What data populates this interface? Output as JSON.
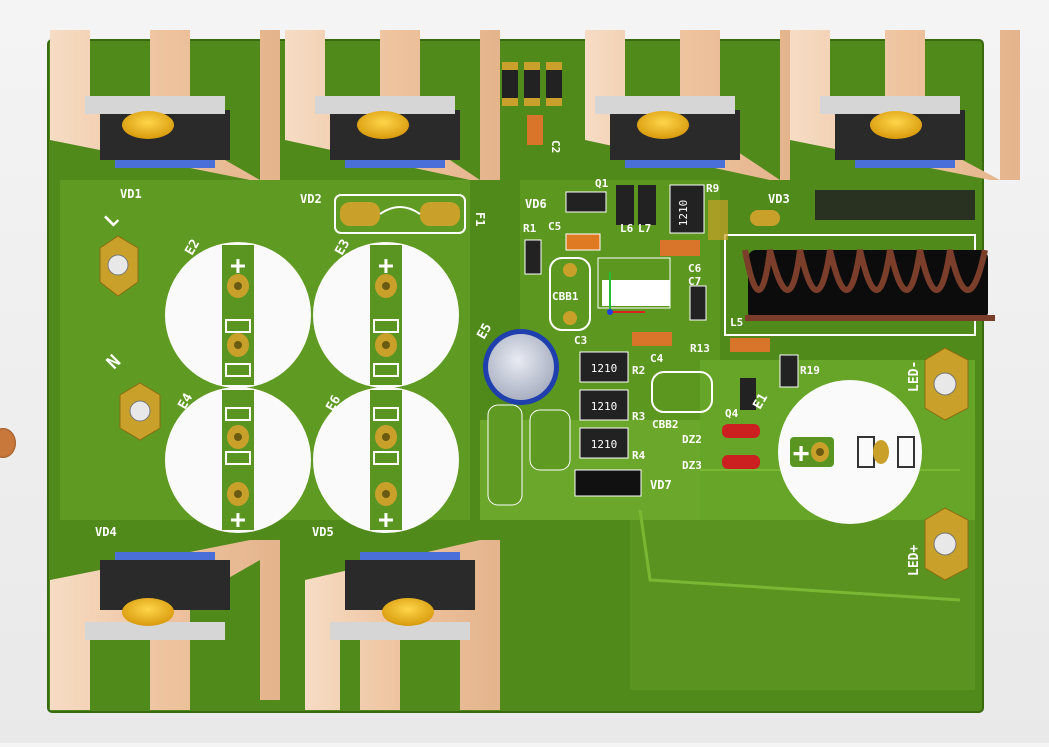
{
  "colors": {
    "background": "#ececec",
    "board": "#4f8a1a",
    "copper_pour": "#6ea92a",
    "silkscreen": "#ffffff",
    "pad_gold": "#c9a12a",
    "heatsink": "#f0c9a6",
    "capacitor": "#ffffff",
    "inductor_wire": "#7a3e2a"
  },
  "labels": {
    "VD1": "VD1",
    "VD2": "VD2",
    "VD3": "VD3",
    "VD4": "VD4",
    "VD5": "VD5",
    "VD6": "VD6",
    "VD7": "VD7",
    "E1": "E1",
    "E2": "E2",
    "E3": "E3",
    "E4": "E4",
    "E5": "E5",
    "E6": "E6",
    "F1": "F1",
    "L": "L",
    "N": "N",
    "R1": "R1",
    "R2": "R2",
    "R3": "R3",
    "R4": "R4",
    "R9": "R9",
    "R13": "R13",
    "R19": "R19",
    "C2": "C2",
    "C3": "C3",
    "C4": "C4",
    "C5": "C5",
    "C6": "C6",
    "C7": "C7",
    "L5": "L5",
    "L6": "L6",
    "L7": "L7",
    "Q1": "Q1",
    "Q4": "Q4",
    "CBB1": "CBB1",
    "CBB2": "CBB2",
    "DZ2": "DZ2",
    "DZ3": "DZ3",
    "LED_minus": "LED-",
    "LED_plus": "LED+"
  },
  "markings": {
    "plus": "+",
    "res1210": "1210"
  }
}
